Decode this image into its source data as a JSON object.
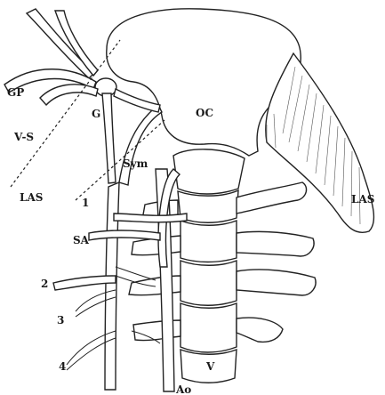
{
  "labels": {
    "gp": "GP",
    "vs": "V-S",
    "g": "G",
    "oc": "OC",
    "sym": "Sym",
    "las_left": "LAS",
    "las_right": "LAS",
    "n1": "1",
    "sa": "SA",
    "n2": "2",
    "n3": "3",
    "n4": "4",
    "v": "V",
    "ao": "Ao"
  }
}
